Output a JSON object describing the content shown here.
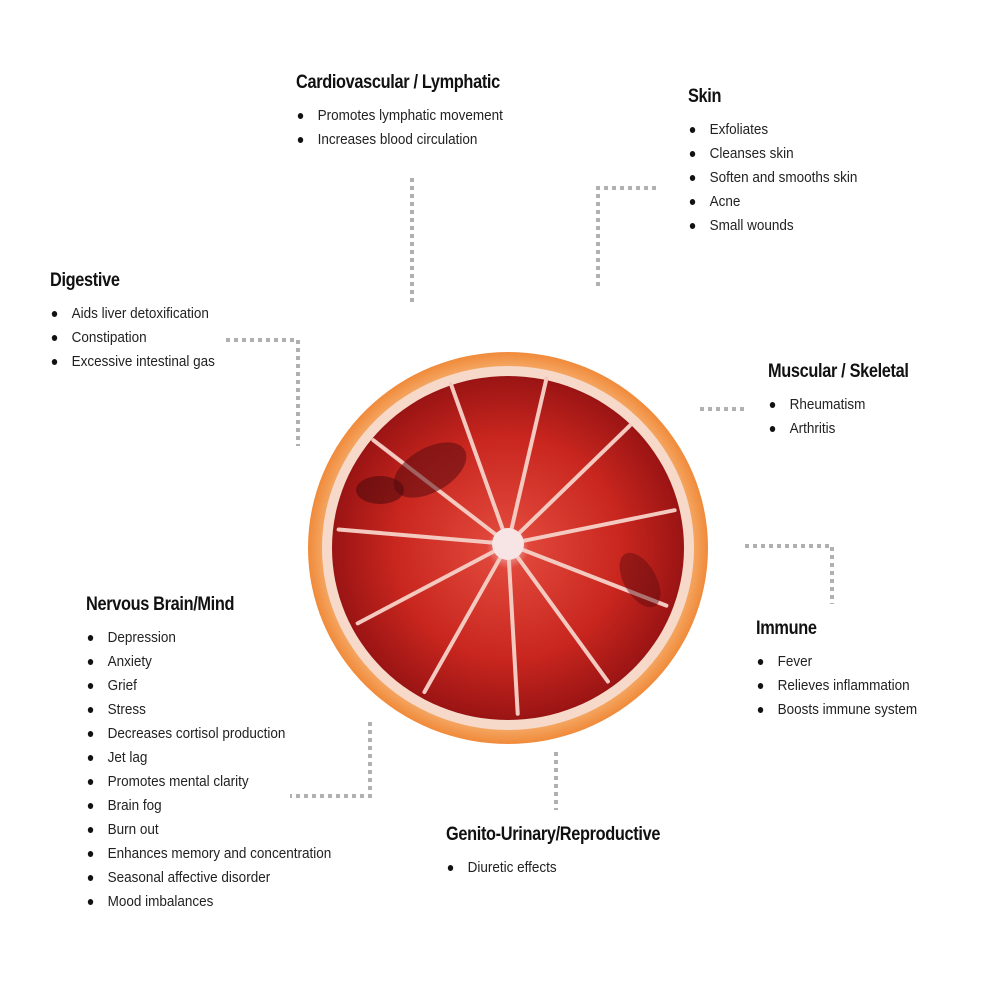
{
  "groups": {
    "cardiovascular": {
      "title": "Cardiovascular / Lymphatic",
      "items": [
        "Promotes lymphatic movement",
        "Increases blood circulation"
      ]
    },
    "skin": {
      "title": "Skin",
      "items": [
        "Exfoliates",
        "Cleanses skin",
        "Soften and smooths skin",
        "Acne",
        "Small wounds"
      ]
    },
    "digestive": {
      "title": "Digestive",
      "items": [
        "Aids liver detoxification",
        "Constipation",
        "Excessive intestinal gas"
      ]
    },
    "muscular": {
      "title": "Muscular / Skeletal",
      "items": [
        "Rheumatism",
        "Arthritis"
      ]
    },
    "immune": {
      "title": "Immune",
      "items": [
        "Fever",
        "Relieves inflammation",
        "Boosts immune system"
      ]
    },
    "nervous": {
      "title": "Nervous Brain/Mind",
      "items": [
        "Depression",
        "Anxiety",
        "Grief",
        "Stress",
        "Decreases cortisol production",
        "Jet lag",
        "Promotes mental clarity",
        "Brain fog",
        "Burn out",
        "Enhances memory and concentration",
        "Seasonal affective disorder",
        "Mood imbalances"
      ]
    },
    "genito": {
      "title": "Genito-Urinary/Reproductive",
      "items": [
        "Diuretic effects"
      ]
    }
  },
  "colors": {
    "connector": "#b0b0b0",
    "rind": "#f4a15a",
    "pith": "#f6d9c8",
    "flesh": "#c8261e",
    "flesh_dark": "#7a1010"
  }
}
